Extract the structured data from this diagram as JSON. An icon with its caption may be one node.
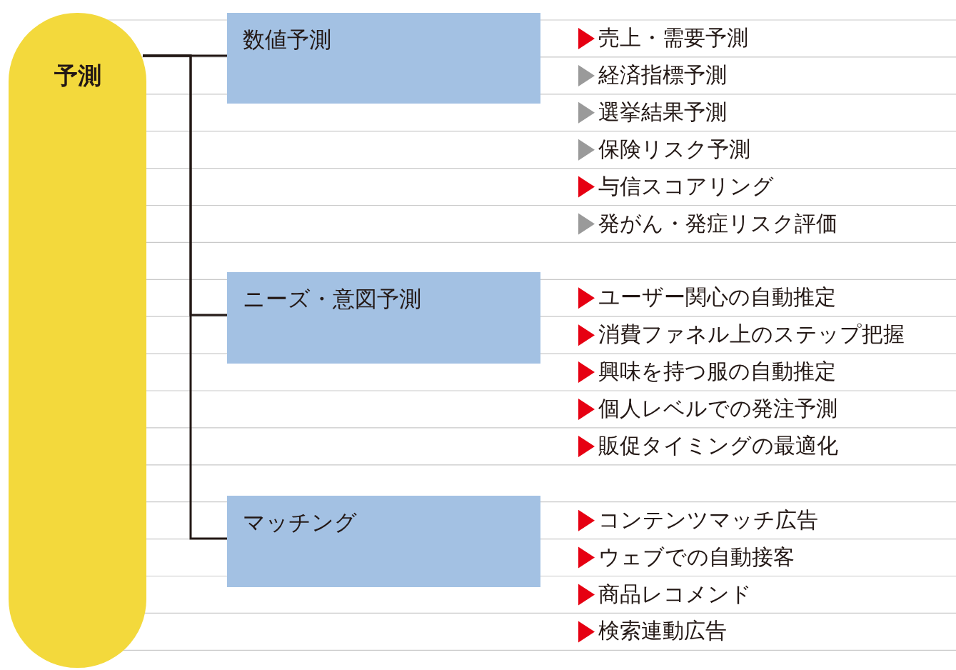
{
  "diagram": {
    "nodes": [
      {
        "text": [
          "予測"
        ]
      },
      {
        "text": [
          "数値予測"
        ]
      },
      {
        "text": [
          "ニーズ・意図予測"
        ]
      },
      {
        "text": [
          "マッチング"
        ]
      }
    ],
    "edges": [
      {
        "from": 0,
        "to": 1,
        "arrow": "none"
      },
      {
        "from": 0,
        "to": 2,
        "arrow": "none"
      },
      {
        "from": 0,
        "to": 3,
        "arrow": "none"
      }
    ],
    "labels": [
      "売上・需要予測",
      "経済指標予測",
      "選挙結果予測",
      "保険リスク予測",
      "与信スコアリング",
      "発がん・発症リスク評価",
      "ユーザー関心の自動推定",
      "消費ファネル上のステップ把握",
      "興味を持つ服の自動推定",
      "個人レベルでの発注予測",
      "販促タイミングの最適化",
      "コンテンツマッチ広告",
      "ウェブでの自動接客",
      "商品レコメンド",
      "検索連動広告"
    ]
  }
}
